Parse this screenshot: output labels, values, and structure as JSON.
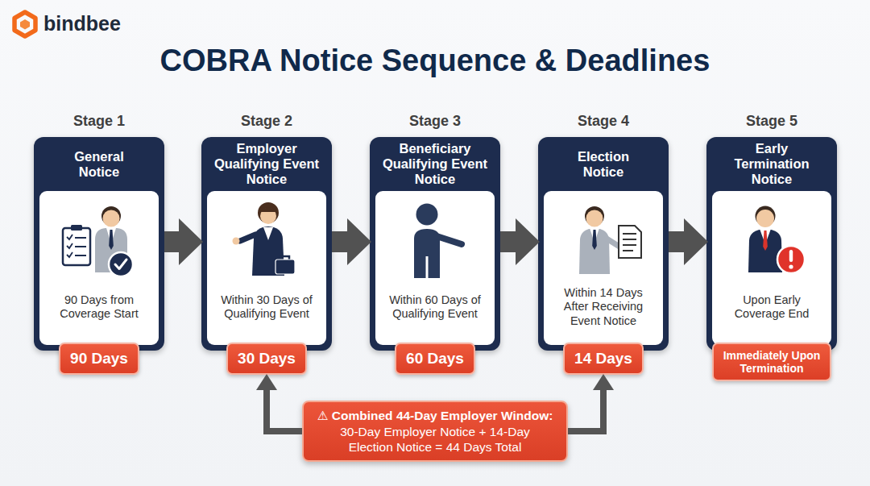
{
  "diagram": {
    "title": "COBRA Notice Sequence & Deadlines",
    "nodes": [
      {
        "text": [
          "Stage 1",
          "General Notice"
        ]
      },
      {
        "text": [
          "90 Days from Coverage Start"
        ],
        "in": 0
      },
      {
        "text": [
          "90 Days"
        ],
        "in": 0
      },
      {
        "text": [
          "Stage 2",
          "Employer Qualifying Event Notice"
        ]
      },
      {
        "text": [
          "Within 30 Days of Qualifying Event"
        ],
        "in": 3
      },
      {
        "text": [
          "30 Days"
        ],
        "in": 3
      },
      {
        "text": [
          "Stage 3",
          "Beneficiary Qualifying Event Notice"
        ]
      },
      {
        "text": [
          "Within 60 Days of Qualifying Event"
        ],
        "in": 6
      },
      {
        "text": [
          "60 Days"
        ],
        "in": 6
      },
      {
        "text": [
          "Stage 4",
          "Election Notice"
        ]
      },
      {
        "text": [
          "Within 14 Days After Receiving Event Notice"
        ],
        "in": 9
      },
      {
        "text": [
          "14 Days"
        ],
        "in": 9
      },
      {
        "text": [
          "Stage 5",
          "Early Termination Notice"
        ]
      },
      {
        "text": [
          "Upon Early Coverage End"
        ],
        "in": 12
      },
      {
        "text": [
          "Immediately Upon Termination"
        ],
        "in": 12
      },
      {
        "text": [
          "⚠ Combined 44-Day Employer Window:",
          "30-Day Employer Notice + 14-Day Election Notice = 44 Days Total"
        ]
      }
    ],
    "edges": [
      {
        "from": 0,
        "to": 3,
        "arrow": "to"
      },
      {
        "from": 3,
        "to": 6,
        "arrow": "to"
      },
      {
        "from": 6,
        "to": 9,
        "arrow": "to"
      },
      {
        "from": 9,
        "to": 12,
        "arrow": "to"
      },
      {
        "from": 15,
        "to": 5,
        "arrow": "to"
      },
      {
        "from": 15,
        "to": 11,
        "arrow": "to"
      }
    ],
    "labels": [
      "bindbee"
    ]
  }
}
